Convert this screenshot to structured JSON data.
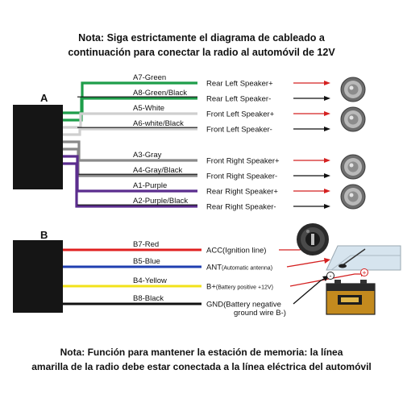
{
  "top_note": {
    "line1": "Nota: Siga estrictamente el diagrama de cableado a",
    "line2": "continuación para conectar la radio al automóvil de 12V"
  },
  "bottom_note": {
    "line1": "Nota: Función para mantener la estación de memoria: la línea",
    "line2": "amarilla de la radio debe estar conectada a la línea eléctrica del automóvil"
  },
  "connector_a": {
    "label": "A",
    "wires": [
      {
        "wire": "A7-Green",
        "target": "Rear Left Speaker+",
        "color": "#1e9e4a",
        "polarity": "+"
      },
      {
        "wire": "A8-Green/Black",
        "target": "Rear Left Speaker-",
        "color": "#1e9e4a",
        "polarity": "-"
      },
      {
        "wire": "A5-White",
        "target": "Front Left Speaker+",
        "color": "#cfcfcf",
        "polarity": "+"
      },
      {
        "wire": "A6-white/Black",
        "target": "Front Left Speaker-",
        "color": "#cfcfcf",
        "polarity": "-"
      },
      {
        "wire": "A3-Gray",
        "target": "Front Right Speaker+",
        "color": "#8a8a8a",
        "polarity": "+"
      },
      {
        "wire": "A4-Gray/Black",
        "target": "Front Right Speaker-",
        "color": "#8a8a8a",
        "polarity": "-"
      },
      {
        "wire": "A1-Purple",
        "target": "Rear Right Speaker+",
        "color": "#5b2d8e",
        "polarity": "+"
      },
      {
        "wire": "A2-Purple/Black",
        "target": "Rear Right Speaker-",
        "color": "#5b2d8e",
        "polarity": "-"
      }
    ]
  },
  "connector_b": {
    "label": "B",
    "wires": [
      {
        "wire": "B7-Red",
        "target": "ACC(Ignition line)",
        "target_small": "",
        "color": "#e02020"
      },
      {
        "wire": "B5-Blue",
        "target": "ANT",
        "target_small": "(Automatic antenna)",
        "color": "#1f3fb0"
      },
      {
        "wire": "B4-Yellow",
        "target": "B+",
        "target_small": "(Battery positive +12V)",
        "color": "#f2e21a"
      },
      {
        "wire": "B8-Black",
        "target": "GND(Battery negative",
        "target_line2": "ground wire B-)",
        "color": "#111111"
      }
    ]
  },
  "battery": {
    "minus": "-",
    "plus": "+"
  },
  "colors": {
    "arrow": "#d42020",
    "box": "#151515"
  },
  "icons": [
    "speaker-icon",
    "ignition-key-icon",
    "antenna-icon",
    "car-battery-icon"
  ]
}
